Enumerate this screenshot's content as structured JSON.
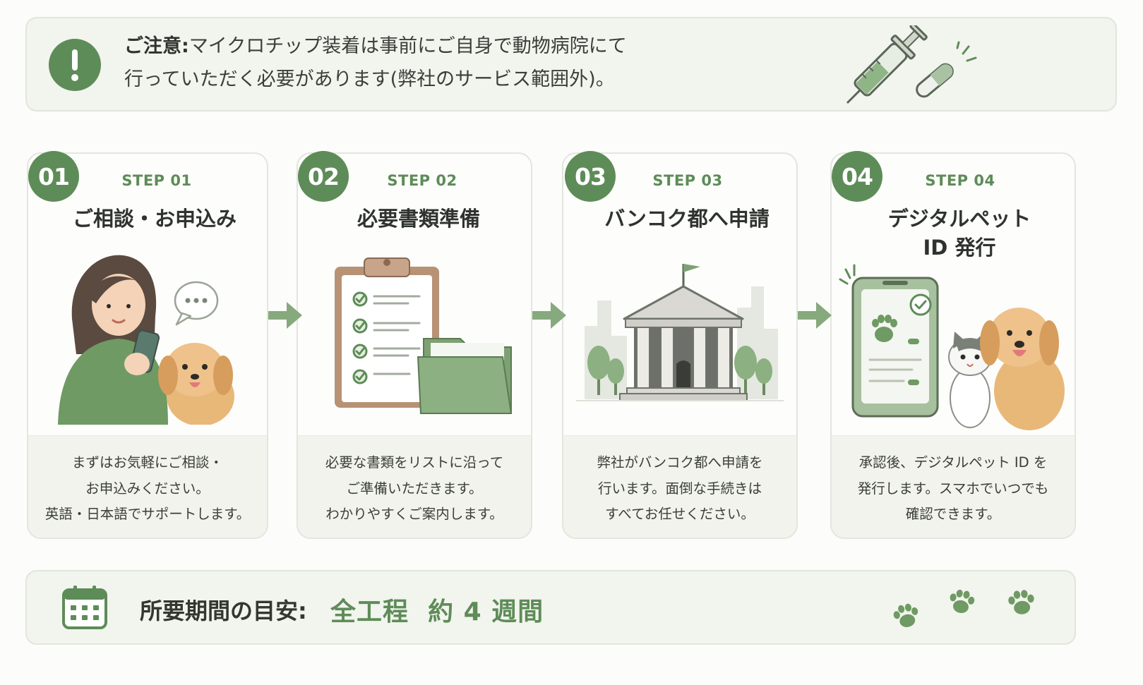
{
  "notice": {
    "highlight": "ご注意:",
    "line1": "マイクロチップ装着は事前にご自身で動物病院にて",
    "line2": "行っていただく必要があります(弊社のサービス範囲外)。",
    "icon": "exclamation-circle-icon",
    "art": [
      "syringe-icon",
      "microchip-capsule-icon"
    ]
  },
  "steps": [
    {
      "number": "01",
      "label": "STEP 01",
      "title": "ご相談・お申込み",
      "desc": [
        "まずはお気軽にご相談・",
        "お申込みください。",
        "英語・日本語でサポートします。"
      ]
    },
    {
      "number": "02",
      "label": "STEP 02",
      "title": "必要書類準備",
      "desc": [
        "必要な書類をリストに沿って",
        "ご準備いただきます。",
        "わかりやすくご案内します。"
      ]
    },
    {
      "number": "03",
      "label": "STEP 03",
      "title": "バンコク都へ申請",
      "desc": [
        "弊社がバンコク都へ申請を",
        "行います。面倒な手続きは",
        "すべてお任せください。"
      ]
    },
    {
      "number": "04",
      "label": "STEP 04",
      "title_line1": "デジタルペット",
      "title_line2": "ID 発行",
      "desc": [
        "承認後、デジタルペット ID を",
        "発行します。スマホでいつでも",
        "確認できます。"
      ]
    }
  ],
  "duration": {
    "label": "所要期間の目安:",
    "value": "全工程  約 4 週間",
    "icon": "calendar-icon"
  },
  "colors": {
    "accent": "#5e8c58",
    "accent_light": "#a9c3a2",
    "panel_bg": "#f2f4ee",
    "text_dark": "#2f332d"
  }
}
